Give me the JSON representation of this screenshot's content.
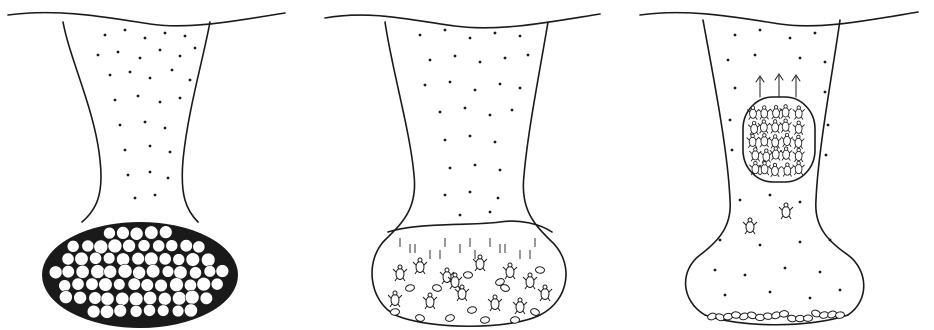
{
  "figure": {
    "panels": [
      {
        "name": "nest-panel-1",
        "content": "eggs"
      },
      {
        "name": "nest-panel-2",
        "content": "hatchlings"
      },
      {
        "name": "nest-panel-3",
        "content": "emerging-hatchlings"
      }
    ],
    "colors": {
      "ink": "#1a1a1a",
      "paper": "#ffffff"
    },
    "icons": [
      "sand-dot",
      "egg",
      "hatchling",
      "up-arrow-icon"
    ]
  }
}
